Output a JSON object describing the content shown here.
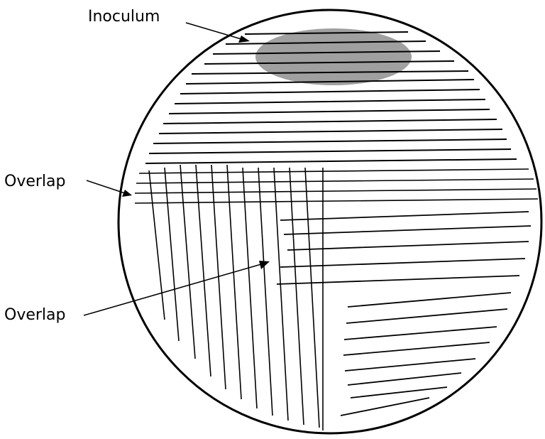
{
  "diagram": {
    "labels": {
      "inoculum": "Inoculum",
      "overlap_1": "Overlap",
      "overlap_2": "Overlap"
    },
    "colors": {
      "inoculum_fill": "#a0a0a0",
      "line": "#000000",
      "background": "#ffffff"
    }
  }
}
